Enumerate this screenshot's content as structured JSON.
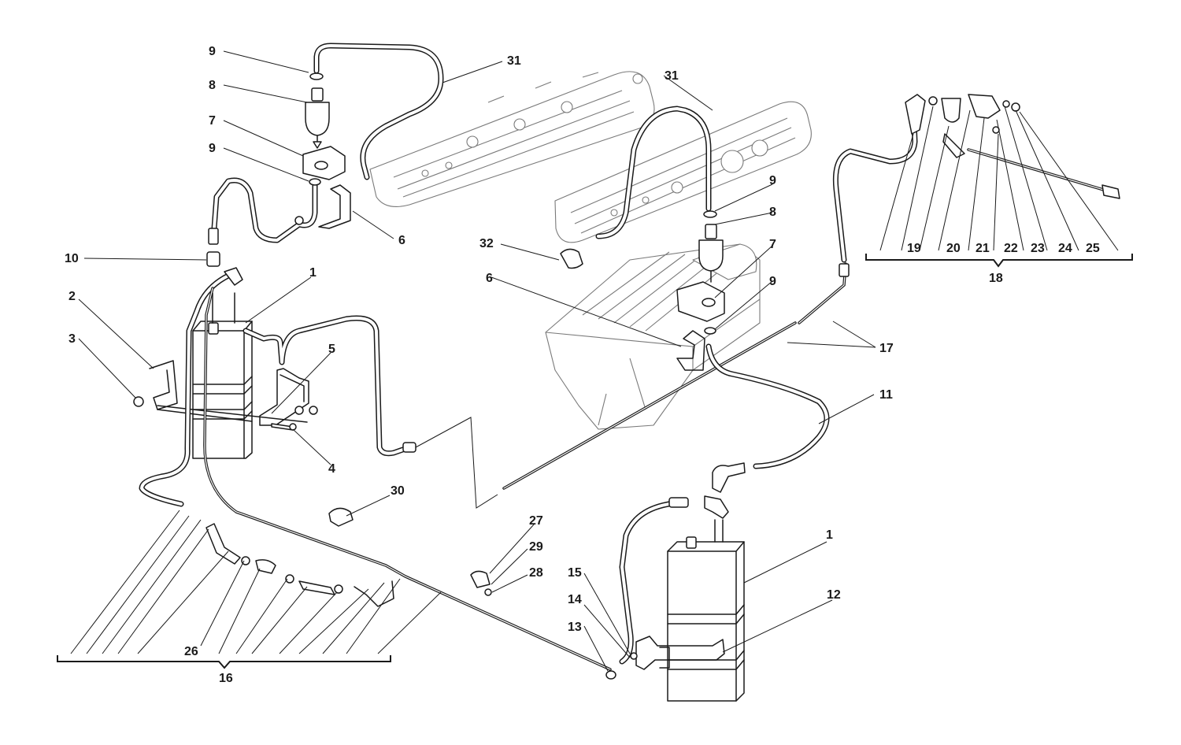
{
  "diagram": {
    "callouts": [
      {
        "id": "c-9a",
        "text": "9"
      },
      {
        "id": "c-8a",
        "text": "8"
      },
      {
        "id": "c-7a",
        "text": "7"
      },
      {
        "id": "c-9b",
        "text": "9"
      },
      {
        "id": "c-31a",
        "text": "31"
      },
      {
        "id": "c-31b",
        "text": "31"
      },
      {
        "id": "c-6a",
        "text": "6"
      },
      {
        "id": "c-10",
        "text": "10"
      },
      {
        "id": "c-1a",
        "text": "1"
      },
      {
        "id": "c-2",
        "text": "2"
      },
      {
        "id": "c-3",
        "text": "3"
      },
      {
        "id": "c-5",
        "text": "5"
      },
      {
        "id": "c-4",
        "text": "4"
      },
      {
        "id": "c-32",
        "text": "32"
      },
      {
        "id": "c-6b",
        "text": "6"
      },
      {
        "id": "c-9c",
        "text": "9"
      },
      {
        "id": "c-8b",
        "text": "8"
      },
      {
        "id": "c-7b",
        "text": "7"
      },
      {
        "id": "c-9d",
        "text": "9"
      },
      {
        "id": "c-17",
        "text": "17"
      },
      {
        "id": "c-11",
        "text": "11"
      },
      {
        "id": "c-19",
        "text": "19"
      },
      {
        "id": "c-20",
        "text": "20"
      },
      {
        "id": "c-21",
        "text": "21"
      },
      {
        "id": "c-22",
        "text": "22"
      },
      {
        "id": "c-23",
        "text": "23"
      },
      {
        "id": "c-24",
        "text": "24"
      },
      {
        "id": "c-25",
        "text": "25"
      },
      {
        "id": "c-18",
        "text": "18"
      },
      {
        "id": "c-30",
        "text": "30"
      },
      {
        "id": "c-27",
        "text": "27"
      },
      {
        "id": "c-29",
        "text": "29"
      },
      {
        "id": "c-28",
        "text": "28"
      },
      {
        "id": "c-15",
        "text": "15"
      },
      {
        "id": "c-14",
        "text": "14"
      },
      {
        "id": "c-13",
        "text": "13"
      },
      {
        "id": "c-1b",
        "text": "1"
      },
      {
        "id": "c-12",
        "text": "12"
      },
      {
        "id": "c-26",
        "text": "26"
      },
      {
        "id": "c-16",
        "text": "16"
      }
    ]
  }
}
